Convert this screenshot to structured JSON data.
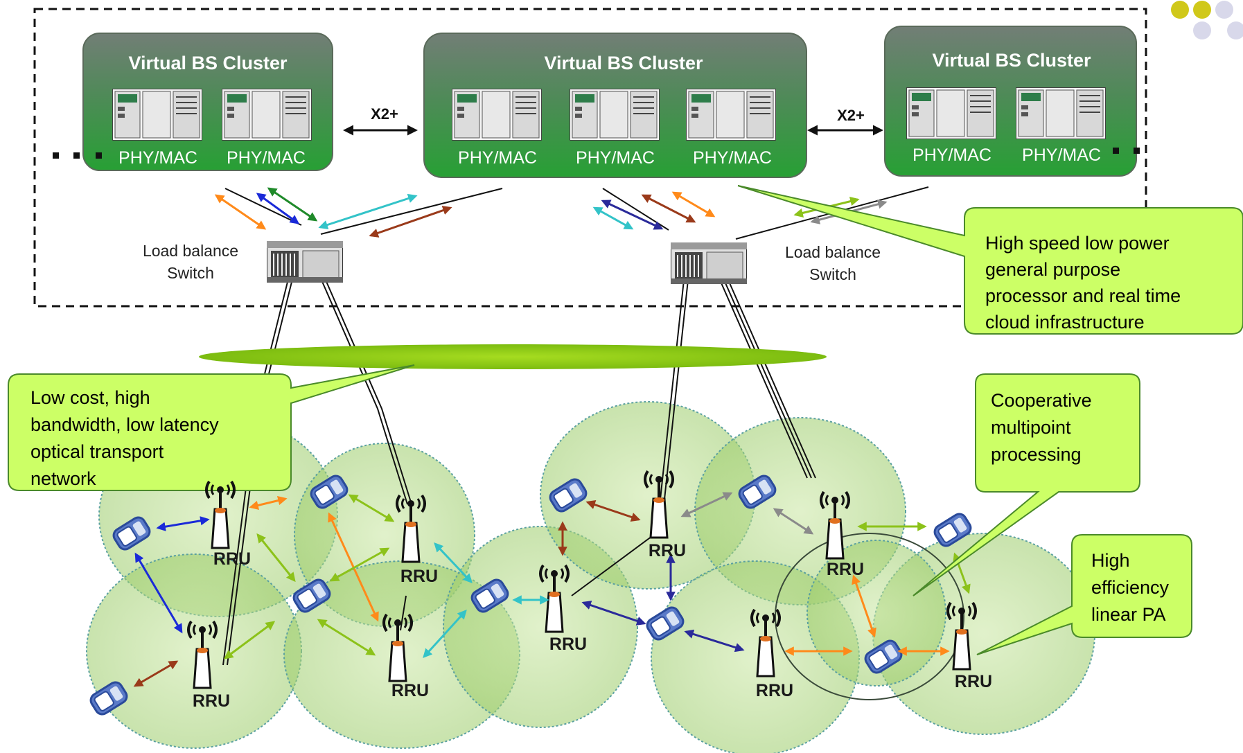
{
  "clusters": [
    {
      "title": "Virtual BS Cluster",
      "units": [
        "PHY/MAC",
        "PHY/MAC"
      ]
    },
    {
      "title": "Virtual BS Cluster",
      "units": [
        "PHY/MAC",
        "PHY/MAC",
        "PHY/MAC"
      ]
    },
    {
      "title": "Virtual BS Cluster",
      "units": [
        "PHY/MAC",
        "PHY/MAC"
      ]
    }
  ],
  "x2_links": [
    "X2+",
    "X2+"
  ],
  "switches": [
    {
      "line1": "Load balance",
      "line2": "Switch"
    },
    {
      "line1": "Load balance",
      "line2": "Switch"
    }
  ],
  "rru_label": "RRU",
  "callouts": {
    "processor": [
      "High speed low power",
      "general purpose",
      "processor and real time",
      "cloud infrastructure"
    ],
    "optical": [
      "Low cost, high",
      "bandwidth, low latency",
      "optical transport",
      "network"
    ],
    "comp": [
      "Cooperative",
      "multipoint",
      "processing"
    ],
    "pa": [
      "High",
      "efficiency",
      "linear PA"
    ]
  },
  "colors": {
    "cluster_top": "#6e7c72",
    "cluster_bottom": "#2f9a3a",
    "callout_fill": "#ccff66",
    "cell_fill": "#b9dc8c",
    "fiber_ellipse": "#8ccc1a",
    "link_orange": "#ff8a1a",
    "link_blue": "#1a2ad8",
    "link_green": "#1f8a2a",
    "link_cyan": "#33c3c8",
    "link_brown": "#9a3a1a",
    "link_lime": "#8cc21a",
    "link_gray": "#8a8a8a",
    "link_navy": "#2a2a9a"
  }
}
